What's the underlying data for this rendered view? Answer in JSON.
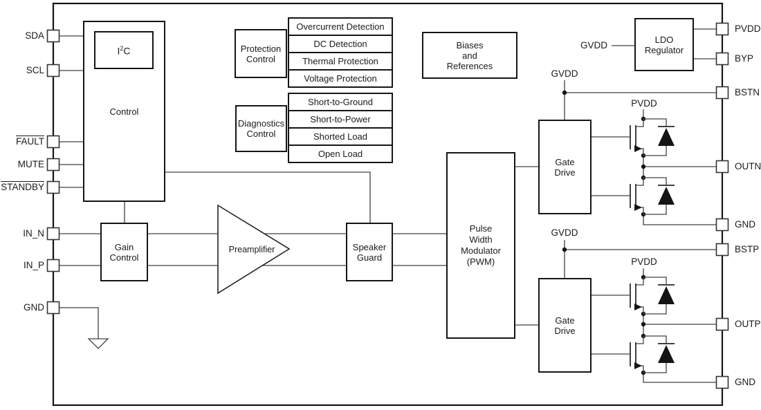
{
  "pins": {
    "left": [
      "SDA",
      "SCL",
      "FAULT",
      "MUTE",
      "STANDBY",
      "IN_N",
      "IN_P",
      "GND"
    ],
    "right": [
      "PVDD",
      "BYP",
      "BSTN",
      "OUTN",
      "GND",
      "BSTP",
      "OUTP",
      "GND"
    ]
  },
  "blocks": {
    "control": "Control",
    "i2c": {
      "base": "I",
      "sup": "2",
      "suffix": "C"
    },
    "protection_control": [
      "Protection",
      "Control"
    ],
    "protection_list": [
      "Overcurrent Detection",
      "DC Detection",
      "Thermal Protection",
      "Voltage Protection"
    ],
    "diagnostics_control": [
      "Diagnostics",
      "Control"
    ],
    "diagnostics_list": [
      "Short-to-Ground",
      "Short-to-Power",
      "Shorted Load",
      "Open Load"
    ],
    "biases": [
      "Biases",
      "and",
      "References"
    ],
    "ldo_regulator": [
      "LDO",
      "Regulator"
    ],
    "gain_control": [
      "Gain",
      "Control"
    ],
    "preamplifier": "Preamplifier",
    "speaker_guard": [
      "Speaker",
      "Guard"
    ],
    "pwm": [
      "Pulse",
      "Width",
      "Modulator",
      "(PWM)"
    ],
    "gate_drive": [
      "Gate",
      "Drive"
    ]
  },
  "net_labels": {
    "gvdd": "GVDD",
    "pvdd": "PVDD"
  },
  "colors": {
    "wire": "#404040",
    "border": "#141414",
    "background": "#ffffff"
  }
}
